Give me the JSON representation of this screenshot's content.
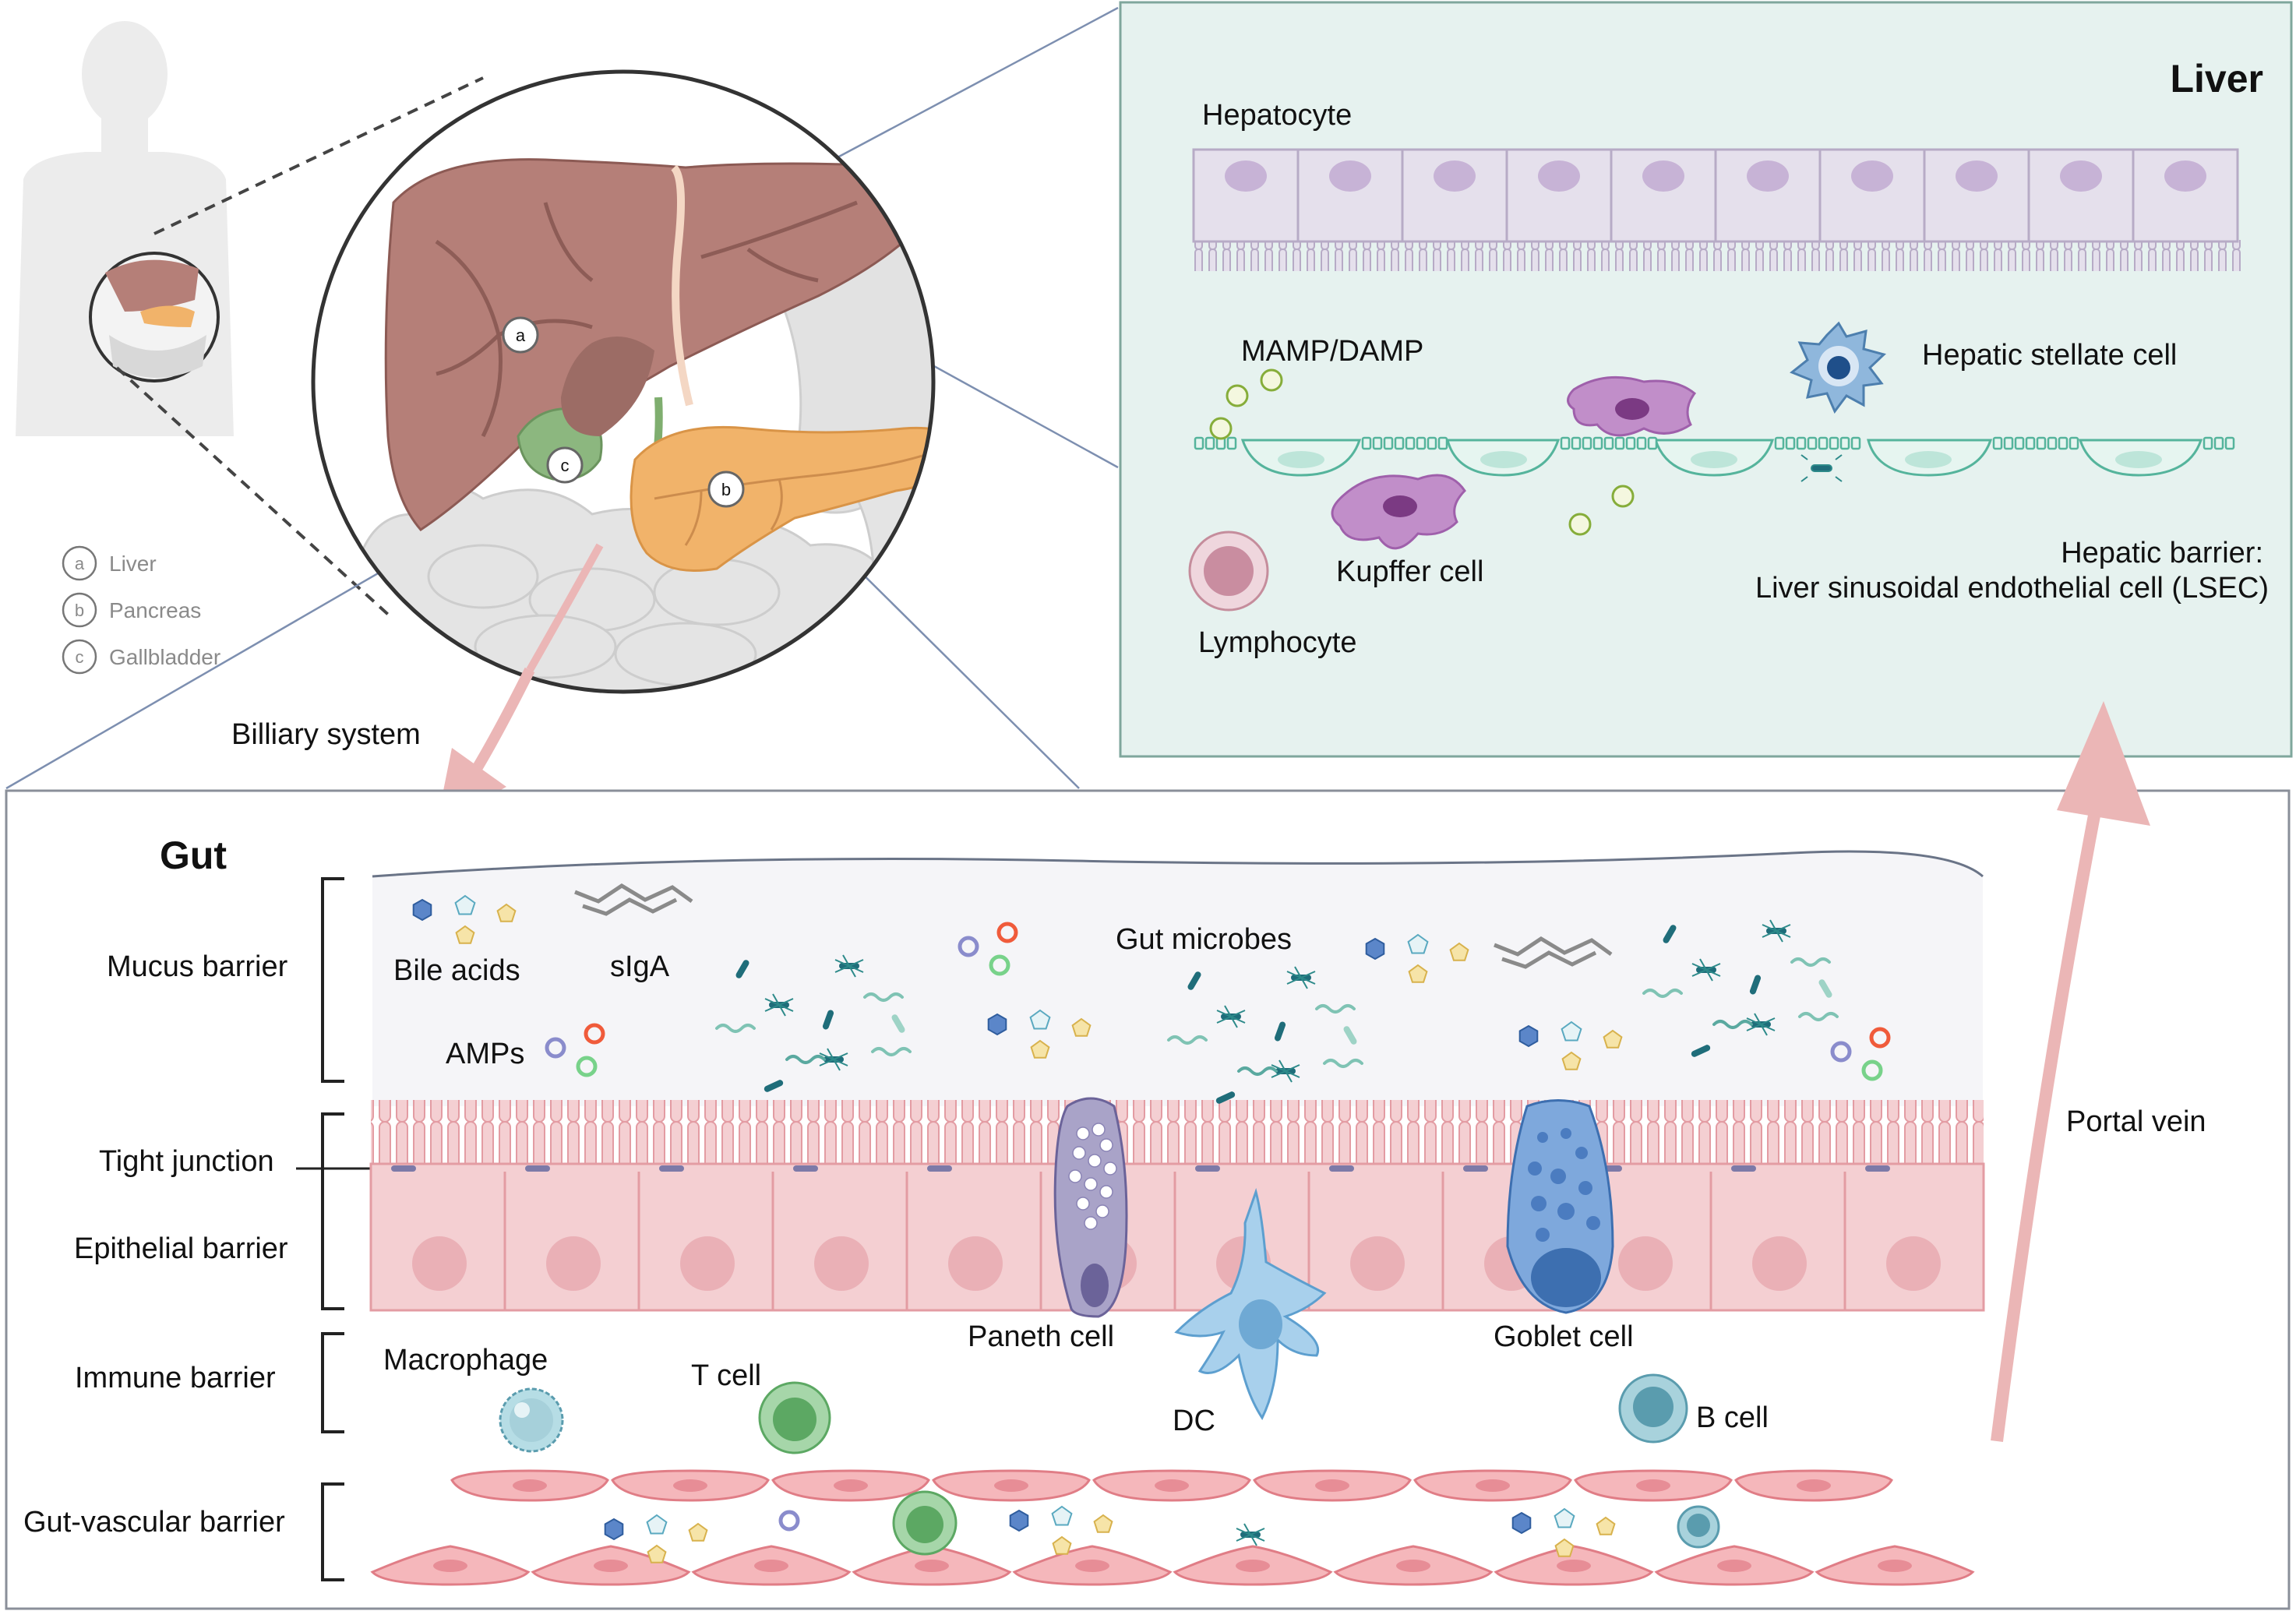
{
  "liver_panel": {
    "title": "Liver",
    "hepatocyte": "Hepatocyte",
    "mamp": "MAMP/DAMP",
    "stellate": "Hepatic stellate cell",
    "kupffer": "Kupffer cell",
    "lymphocyte": "Lymphocyte",
    "barrier_line1": "Hepatic barrier:",
    "barrier_line2": "Liver sinusoidal endothelial cell (LSEC)"
  },
  "anatomy": {
    "legend": [
      {
        "key": "a",
        "label": "Liver"
      },
      {
        "key": "b",
        "label": "Pancreas"
      },
      {
        "key": "c",
        "label": "Gallbladder"
      }
    ],
    "markers": [
      "a",
      "b",
      "c"
    ],
    "biliary": "Billiary system",
    "portal_vein": "Portal vein"
  },
  "gut_panel": {
    "title": "Gut",
    "barriers": {
      "mucus": "Mucus barrier",
      "tight": "Tight junction",
      "epithelial": "Epithelial barrier",
      "immune": "Immune barrier",
      "vascular": "Gut-vascular barrier"
    },
    "labels": {
      "bile_acids": "Bile acids",
      "siga": "sIgA",
      "amps": "AMPs",
      "microbes": "Gut microbes",
      "paneth": "Paneth cell",
      "goblet": "Goblet cell",
      "dc": "DC",
      "macrophage": "Macrophage",
      "tcell": "T cell",
      "bcell": "B cell"
    }
  },
  "colors": {
    "liver_panel_bg": "#e6f2ef",
    "liver_panel_border": "#7fa79c",
    "gut_panel_bg": "#f7f7fa",
    "epithelium": "#f4cfd2",
    "liver_organ": "#b57f78",
    "pancreas": "#f1b36a",
    "portal_arrow": "#ebb6b6"
  }
}
